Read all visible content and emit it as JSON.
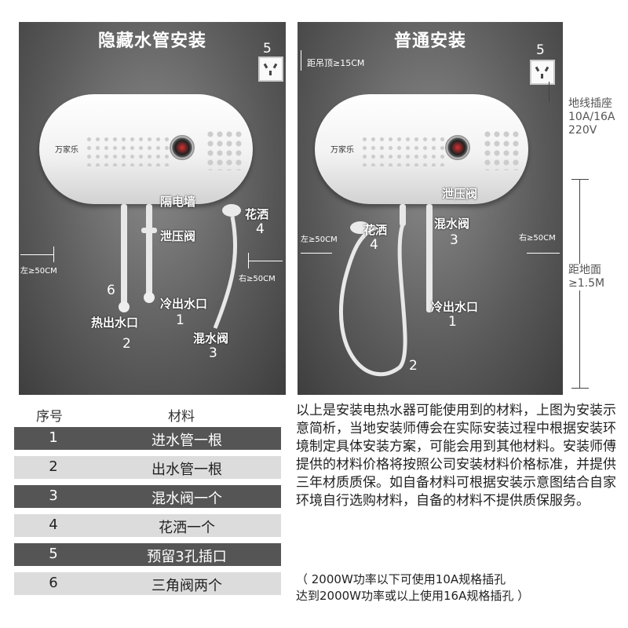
{
  "panels": {
    "left": {
      "title": "隐藏水管安装",
      "brand": "万家乐",
      "socket_number": "5",
      "labels": {
        "wall": "隔电墙",
        "relief_valve": "泄压阀",
        "shower_text": "花洒",
        "shower_num": "4",
        "hot_num": "6",
        "hot_outlet": "热出水口",
        "hot_outlet_num": "2",
        "cold_outlet": "冷出水口",
        "cold_outlet_num": "1",
        "mixing_valve": "混水阀",
        "mixing_valve_num": "3",
        "left_clearance": "左≥50CM",
        "right_clearance": "右≥50CM"
      }
    },
    "right": {
      "title": "普通安装",
      "brand": "万家乐",
      "socket_number": "5",
      "labels": {
        "top_clearance": "距吊顶≥15CM",
        "relief_valve": "泄压阀",
        "shower_text": "花洒",
        "shower_num": "4",
        "mixing_valve": "混水阀",
        "mixing_valve_num": "3",
        "cold_outlet": "冷出水口",
        "cold_outlet_num": "1",
        "hose_num": "2",
        "left_clearance": "左≥50CM",
        "right_clearance": "右≥50CM"
      }
    }
  },
  "outside": {
    "socket_info": [
      "地线插座",
      "10A/16A",
      "220V"
    ],
    "floor_distance": [
      "距地面",
      "≥1.5M"
    ]
  },
  "table": {
    "headers": [
      "序号",
      "材料"
    ],
    "rows": [
      {
        "no": "1",
        "item": "进水管一根"
      },
      {
        "no": "2",
        "item": "出水管一根"
      },
      {
        "no": "3",
        "item": "混水阀一个"
      },
      {
        "no": "4",
        "item": "花洒一个"
      },
      {
        "no": "5",
        "item": "预留3孔插口"
      },
      {
        "no": "6",
        "item": "三角阀两个"
      }
    ]
  },
  "description": "以上是安装电热水器可能使用到的材料，上图为安装示意简析，当地安装师傅会在实际安装过程中根据安装环境制定具体安装方案，可能会用到其他材料。安装师傅提供的材料价格将按照公司安装材料价格标准，并提供三年材质质保。如自备材料可根据安装示意图结合自家环境自行选购材料，自备的材料不提供质保服务。",
  "note": {
    "line1": "（ 2000W功率以下可使用10A规格插孔",
    "line2": "达到2000W功率或以上使用16A规格插孔 ）"
  },
  "colors": {
    "panel_dark": "#3e3e3e",
    "row_dark": "#555555",
    "row_light": "#dcdcdc",
    "dial_red": "#d83030"
  }
}
